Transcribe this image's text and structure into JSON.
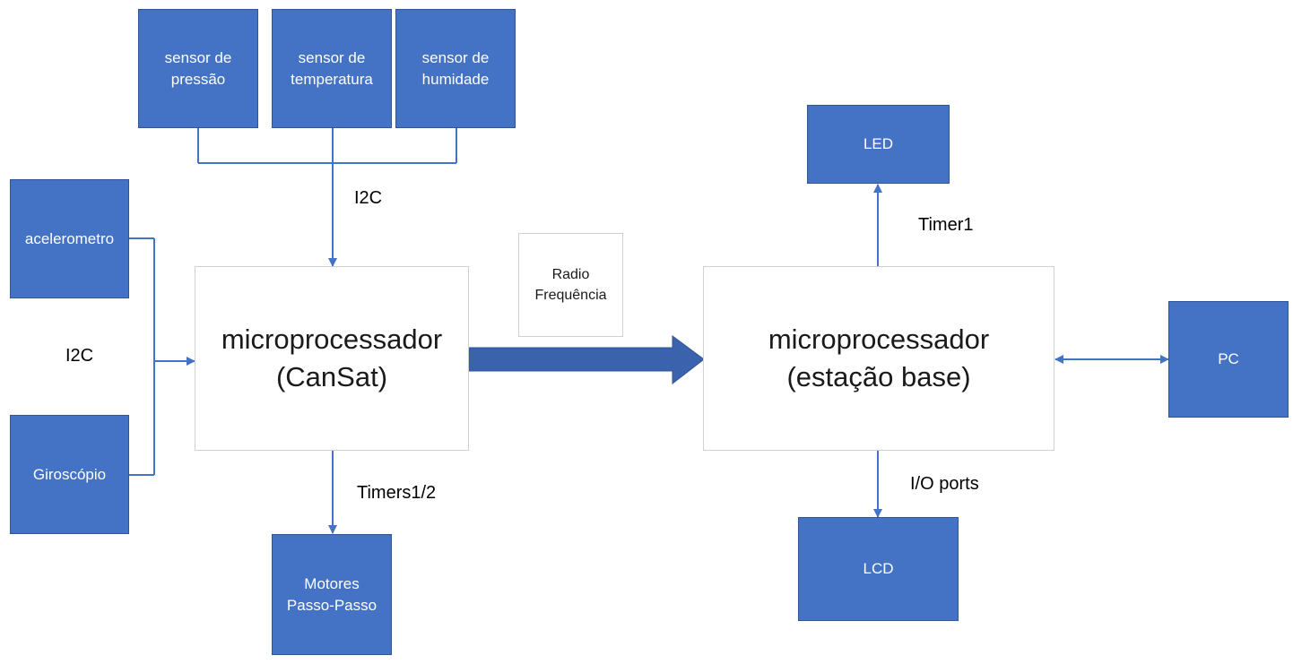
{
  "diagram": {
    "sensors": {
      "pressure": "sensor de\npressão",
      "temperature": "sensor de\ntemperatura",
      "humidity": "sensor de\nhumidade"
    },
    "accelerometer": "acelerometro",
    "gyroscope": "Giroscópio",
    "cansat_mcu": "microprocessador\n(CanSat)",
    "radio": "Radio\nFrequência",
    "base_mcu": "microprocessador\n(estação base)",
    "motors": "Motores\nPasso-Passo",
    "led": "LED",
    "lcd": "LCD",
    "pc": "PC",
    "labels": {
      "i2c_top": "I2C",
      "i2c_left": "I2C",
      "timers": "Timers1/2",
      "timer1": "Timer1",
      "io_ports": "I/O ports"
    },
    "colors": {
      "box_fill": "#4472c4",
      "box_border": "#2f5597",
      "line": "#4472c4",
      "big_arrow": "#3a62ad"
    }
  }
}
